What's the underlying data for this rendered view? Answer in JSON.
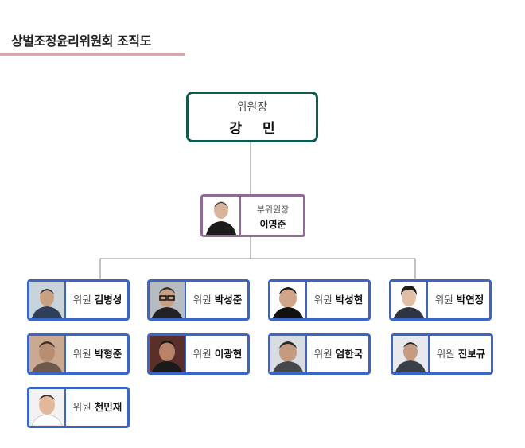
{
  "title": "상벌조정윤리위원회 조직도",
  "chair": {
    "role": "위원장",
    "name": "강 민"
  },
  "vice_chair": {
    "role": "부위원장",
    "name": "이영준"
  },
  "members": [
    {
      "role": "위원",
      "name": "김병성"
    },
    {
      "role": "위원",
      "name": "박성준"
    },
    {
      "role": "위원",
      "name": "박성현"
    },
    {
      "role": "위원",
      "name": "박연정"
    },
    {
      "role": "위원",
      "name": "박형준"
    },
    {
      "role": "위원",
      "name": "이광현"
    },
    {
      "role": "위원",
      "name": "엄한국"
    },
    {
      "role": "위원",
      "name": "진보규"
    },
    {
      "role": "위원",
      "name": "천민재"
    }
  ],
  "colors": {
    "chair_border": "#0f5c4e",
    "vice_border": "#8f6b96",
    "member_border": "#3b66c4",
    "title_underline": "#d7a9ac",
    "connector": "#888888"
  }
}
